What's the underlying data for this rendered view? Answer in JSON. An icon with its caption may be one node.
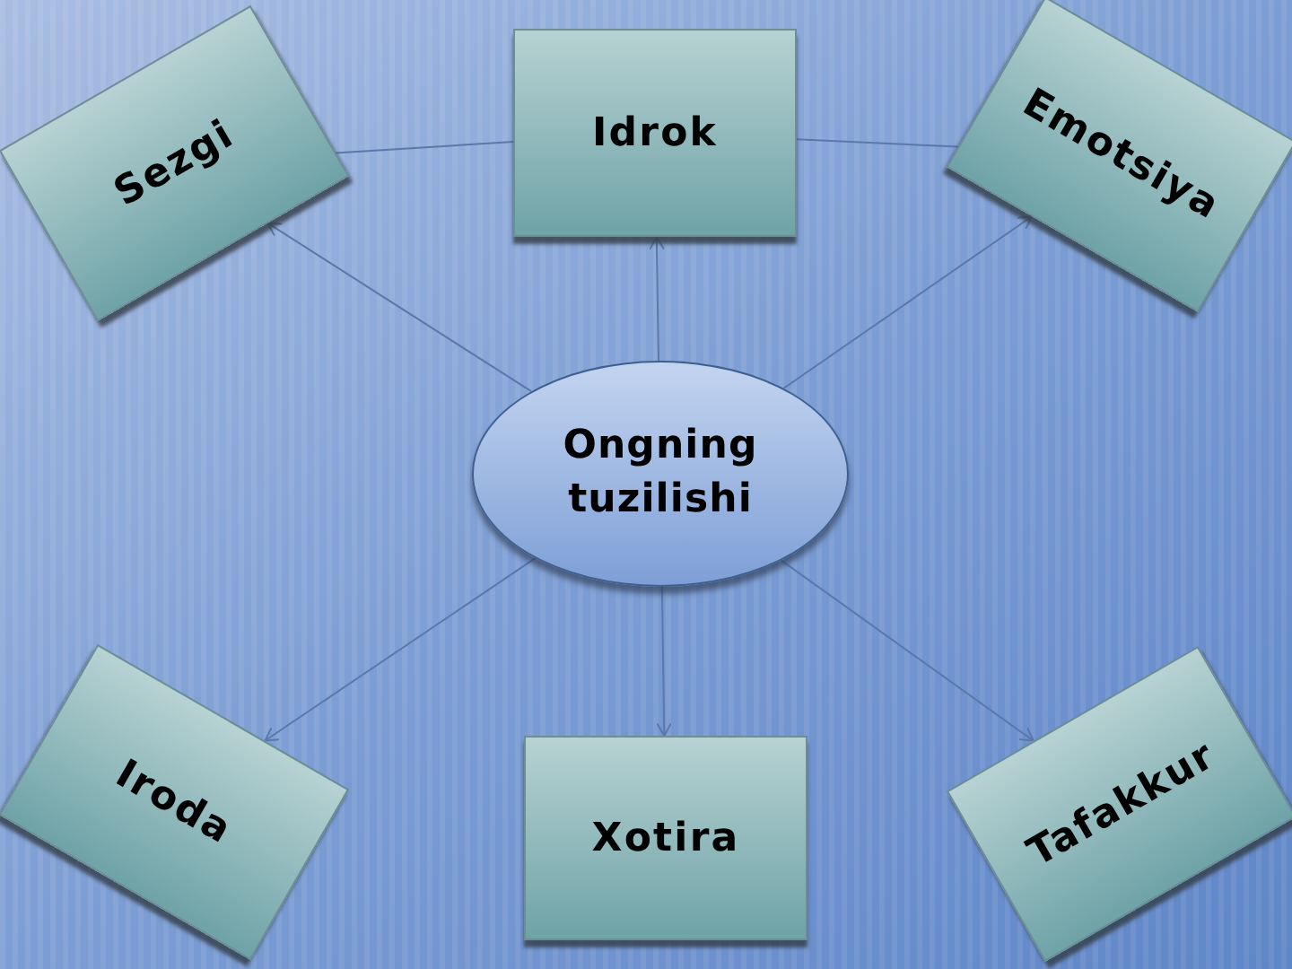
{
  "diagram": {
    "nodes": [
      {
        "text": [
          "Sezgi"
        ]
      },
      {
        "text": [
          "Idrok"
        ]
      },
      {
        "text": [
          "Emotsiya"
        ]
      },
      {
        "text": [
          "Ongning tuzilishi"
        ]
      },
      {
        "text": [
          "Iroda"
        ]
      },
      {
        "text": [
          "Xotira"
        ]
      },
      {
        "text": [
          "Tafakkur"
        ]
      }
    ],
    "edges": [
      {
        "from": 3,
        "to": 0,
        "arrow": "to"
      },
      {
        "from": 3,
        "to": 1,
        "arrow": "to"
      },
      {
        "from": 3,
        "to": 2,
        "arrow": "to"
      },
      {
        "from": 3,
        "to": 4,
        "arrow": "to"
      },
      {
        "from": 3,
        "to": 5,
        "arrow": "to"
      },
      {
        "from": 3,
        "to": 6,
        "arrow": "to"
      },
      {
        "from": 0,
        "to": 1,
        "arrow": "none"
      },
      {
        "from": 1,
        "to": 2,
        "arrow": "none"
      }
    ]
  }
}
